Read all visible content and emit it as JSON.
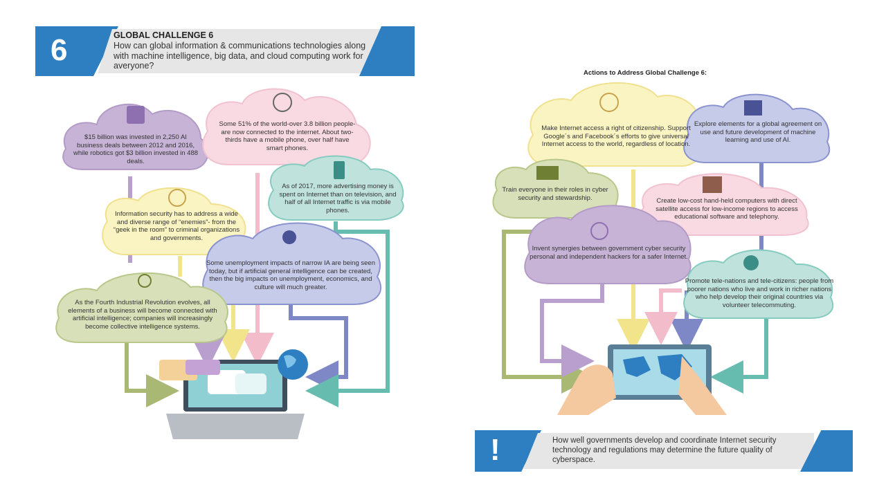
{
  "header": {
    "number": "6",
    "title": "GLOBAL CHALLENGE 6",
    "question": "How can global information & communications technologies along with machine intelligence, big data, and cloud computing work for averyone?"
  },
  "left_clouds": {
    "ai_investment": "$15 billion was invested in 2,250 AI business deals between 2012 and 2016, while robotics got $3 billion invested in 488 deals.",
    "connected": "Some 51% of the world-over 3.8 billion people-are now connected to the internet. About two-thirds have a mobile phone, over half have smart phones.",
    "advertising": "As of 2017, more advertising money is spent on Internet than on television, and half of all Internet traffic is via mobile phones.",
    "security": "Information security has to address a wide and diverse range of “enemies”- from the “geek in the room” to criminal organizations and governments.",
    "unemployment": "Some unemployment impacts of narrow IA are being seen today, but if artificial general intelligence can be created, then the big impacts on unemployment, economics, and culture will much greater.",
    "revolution": "As the Fourth Industrial Revolution evolves, all elements of a business will become connected with artificial intelligence; companies will increasingly become collective intelligence systems."
  },
  "actions": {
    "title": "Actions to Address Global Challenge 6:",
    "citizenship": "Make Internet access a right of citizenship. Support Google´s and Facebook´s efforts to give universal Internet access to the world, regardless of location.",
    "agreement": "Explore elements for a global agreement on use and future development of machine learning and use of AI.",
    "train": "Train everyone in their roles in cyber security and stewardship.",
    "computers": "Create low-cost hand-held computers with direct satellite access for low-income regions to access educational software and telephony.",
    "synergies": "Invent synergies between government cyber security personal and independent hackers for a safer Internet.",
    "telenations": "Promote tele-nations and tele-citizens: people from poorer nations who live and work in richer nations who help develop their original countries via volunteer telecommuting."
  },
  "footer": {
    "symbol": "!",
    "message": "How well governments develop and coordinate Internet security technology and regulations may determine the future quality of cyberspace."
  },
  "colors": {
    "brand_blue": "#2d7fc1",
    "purple": "#b9a4cc",
    "pink": "#f5c9d6",
    "teal": "#6bbfb3",
    "yellow": "#f6ec9d",
    "indigo": "#8b93cf",
    "olive": "#b8c78a"
  }
}
